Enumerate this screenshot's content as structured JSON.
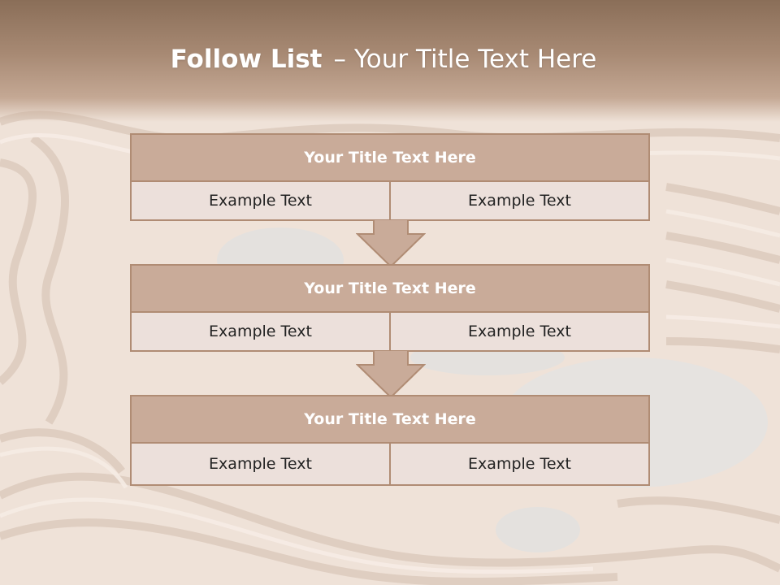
{
  "slide": {
    "title_bold": "Follow List",
    "title_separator": "–",
    "title_rest": "Your Title Text Here"
  },
  "blocks": [
    {
      "title": "Your Title Text Here",
      "left": "Example Text",
      "right": "Example Text"
    },
    {
      "title": "Your Title Text Here",
      "left": "Example Text",
      "right": "Example Text"
    },
    {
      "title": "Your Title Text Here",
      "left": "Example Text",
      "right": "Example Text"
    }
  ],
  "colors": {
    "header_brown": "#8a6e58",
    "block_header": "#c9ab99",
    "block_border": "#b08c74",
    "block_cell": "#ece0db",
    "sand": "#efe2d8",
    "stone": "#e4e1de"
  }
}
